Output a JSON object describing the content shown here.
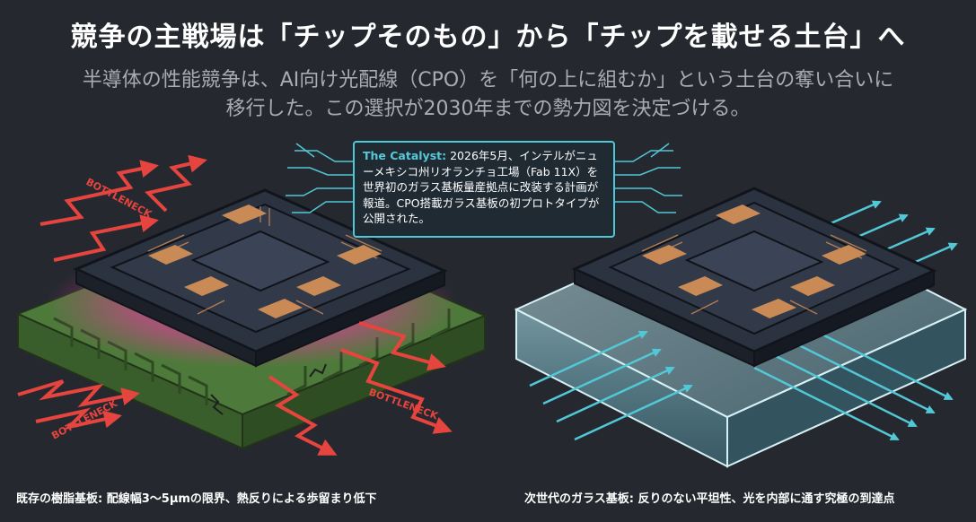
{
  "title": "競争の主戦場は「チップそのもの」から「チップを載せる土台」へ",
  "subtitle": {
    "line1": "半導体の性能競争は、AI向け光配線（CPO）を「何の上に組むか」という土台の奪い合いに",
    "line2": "移行した。この選択が2030年までの勢力図を決定づける。"
  },
  "callout": {
    "label": "The Catalyst:",
    "text": " 2026年5月、インテルがニューメキシコ州リオランチョ工場（Fab 11X）を世界初のガラス基板量産拠点に改装する計画が報道。CPO搭載ガラス基板の初プロトタイプが公開された。"
  },
  "labels": {
    "bottleneck": "BOTTLENECK"
  },
  "captions": {
    "left": "既存の樹脂基板: 配線幅3〜5μmの限界、熱反りによる歩留まり低下",
    "right": "次世代のガラス基板: 反りのない平坦性、光を内部に通す究極の到達点"
  },
  "colors": {
    "background": "#25292f",
    "accent_cyan": "#52c7d6",
    "bottleneck_red": "#e6443f",
    "resin_green": "#4d7a3a",
    "glow_magenta": "#ff2fb0",
    "copper": "#c98a55"
  }
}
